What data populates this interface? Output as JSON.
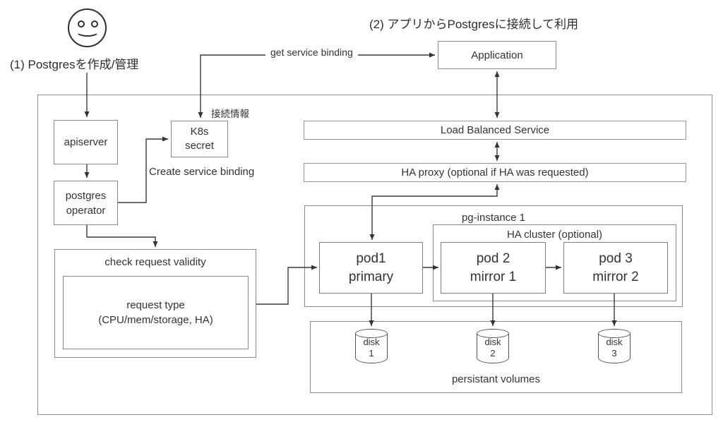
{
  "titles": {
    "step1": "(1) Postgresを作成/管理",
    "step2": "(2) アプリからPostgresに接続して利用"
  },
  "connector_labels": {
    "get_service_binding": "get service binding",
    "create_service_binding": "Create service binding",
    "connection_info": "接続情報"
  },
  "nodes": {
    "application": "Application",
    "apiserver": "apiserver",
    "postgres_operator": {
      "line1": "postgres",
      "line2": "operator"
    },
    "k8s_secret": {
      "line1": "K8s",
      "line2": "secret"
    },
    "load_balanced_service": "Load Balanced Service",
    "ha_proxy": "HA proxy (optional if HA was requested)",
    "check_request_validity": "check request validity",
    "request_type": {
      "line1": "request type",
      "line2": "(CPU/mem/storage, HA)"
    },
    "pg_instance": "pg-instance 1",
    "ha_cluster": "HA cluster (optional)",
    "pod1": {
      "line1": "pod1",
      "line2": "primary"
    },
    "pod2": {
      "line1": "pod 2",
      "line2": "mirror 1"
    },
    "pod3": {
      "line1": "pod 3",
      "line2": "mirror 2"
    },
    "persistent_volumes": "persistant volumes",
    "disks": [
      {
        "name": "disk",
        "num": "1"
      },
      {
        "name": "disk",
        "num": "2"
      },
      {
        "name": "disk",
        "num": "3"
      }
    ]
  },
  "icons": {
    "user": "smiley-face-icon"
  },
  "colors": {
    "line": "#3a3a3a",
    "border": "#8a8a8a",
    "text": "#333333"
  }
}
